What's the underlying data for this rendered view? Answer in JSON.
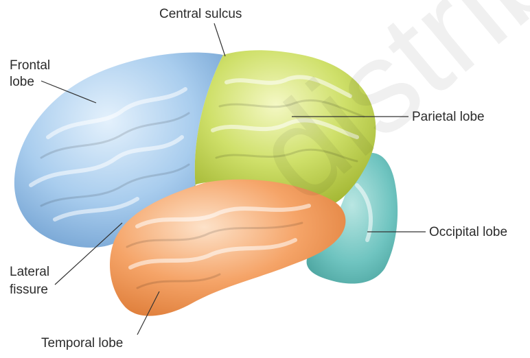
{
  "labels": {
    "central_sulcus": "Central sulcus",
    "frontal_line1": "Frontal",
    "frontal_line2": "lobe",
    "parietal": "Parietal lobe",
    "occipital": "Occipital lobe",
    "lateral_line1": "Lateral",
    "lateral_line2": "fissure",
    "temporal": "Temporal lobe"
  },
  "watermark": "distribute",
  "colors": {
    "frontal": "#a9cdee",
    "parietal": "#cfe06a",
    "temporal": "#f5a468",
    "occipital": "#6fc4c0"
  }
}
